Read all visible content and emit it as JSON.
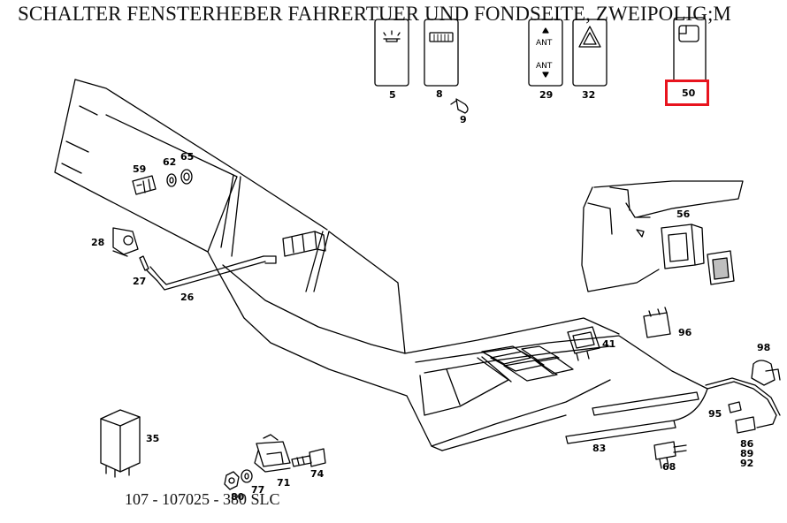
{
  "title": "SCHALTER FENSTERHEBER FAHRERTUER UND FONDSEITE, ZWEIPOLIG;M",
  "footer": "107 - 107025 - 380 SLC",
  "highlight_color": "#e8141e",
  "buttons": {
    "ant_top": "ANT",
    "ant_bottom": "ANT"
  },
  "callouts": {
    "c5": "5",
    "c8": "8",
    "c9": "9",
    "c29": "29",
    "c32": "32",
    "c50": "50",
    "c59": "59",
    "c62": "62",
    "c65": "65",
    "c28": "28",
    "c27": "27",
    "c26": "26",
    "c56": "56",
    "c41": "41",
    "c96": "96",
    "c98": "98",
    "c95": "95",
    "c35": "35",
    "c86": "86",
    "c89": "89",
    "c92": "92",
    "c83": "83",
    "c68": "68",
    "c74": "74",
    "c71": "71",
    "c77": "77",
    "c80": "80"
  },
  "icons": [
    "interior-light-icon",
    "rear-defrost-icon",
    "antenna-up-down-icon",
    "hazard-triangle-icon",
    "window-switch-icon"
  ]
}
